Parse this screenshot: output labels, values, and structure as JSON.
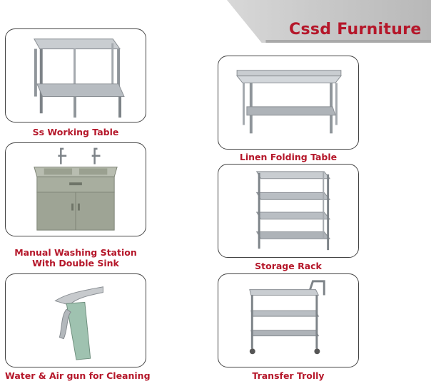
{
  "header": {
    "title": "Cssd Furniture"
  },
  "products": {
    "working_table": {
      "label": "Ss Working Table",
      "icon": "working-table-image"
    },
    "washing_station": {
      "line1": "Manual Washing Station",
      "line2": "With Double Sink",
      "icon": "washing-station-image"
    },
    "water_air_gun": {
      "label": "Water & Air gun for Cleaning",
      "icon": "air-gun-image"
    },
    "linen_table": {
      "label": "Linen Folding Table",
      "icon": "linen-table-image"
    },
    "storage_rack": {
      "label": "Storage Rack",
      "icon": "storage-rack-image"
    },
    "transfer_trolly": {
      "label": "Transfer Trolly",
      "icon": "transfer-trolly-image"
    }
  },
  "colors": {
    "accent": "#b5172a",
    "steel": "#9aa0a6",
    "frame": "#444444"
  }
}
